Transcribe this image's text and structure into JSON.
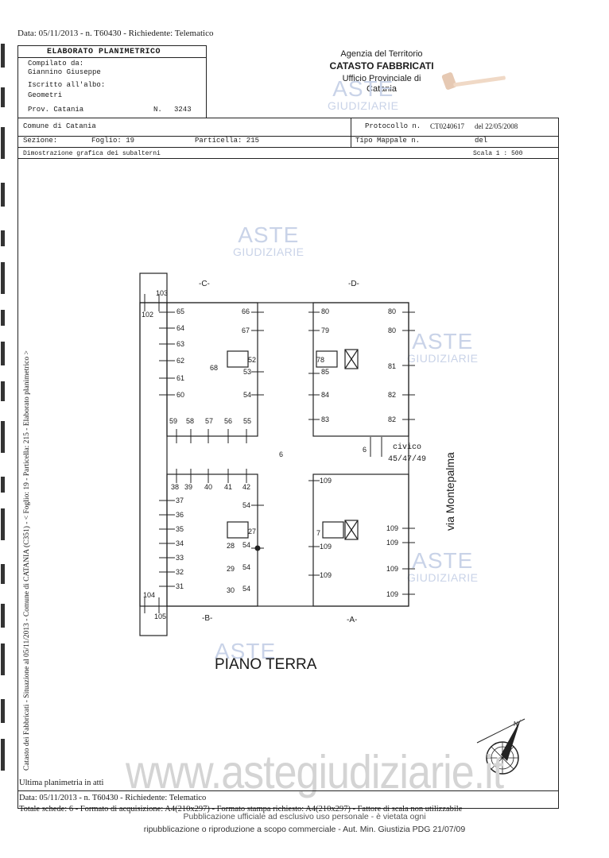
{
  "header_line": "Data: 05/11/2013 - n. T60430 - Richiedente: Telematico",
  "elaborato": {
    "title": "ELABORATO PLANIMETRICO",
    "compilato_label": "Compilato da:",
    "compilato_name": "Giannino Giuseppe",
    "iscritto_label": "Iscritto all'albo:",
    "iscritto_value": "Geometri",
    "prov_label": "Prov. Catania",
    "n_label": "N.",
    "n_value": "3243"
  },
  "agency": {
    "line1": "Agenzia del Territorio",
    "line2": "CATASTO FABBRICATI",
    "line3": "Ufficio Provinciale di",
    "line4": "Catania"
  },
  "info_row": {
    "comune": "Comune di Catania",
    "protocollo_label": "Protocollo n.",
    "protocollo_value": "CT0240617",
    "protocollo_del": "del 22/05/2008",
    "sezione_label": "Sezione:",
    "foglio": "Foglio: 19",
    "particella": "Particella: 215",
    "tipo_mappale": "Tipo Mappale n.",
    "tipo_del": "del",
    "dimostrazione": "Dimostrazione grafica dei subalterni",
    "scala": "Scala 1 : 500"
  },
  "side_text": "Catasto dei Fabbricati - Situazione al 05/11/2013 - Comune di CATANIA (C351) - < Foglio: 19 - Particella: 215 - Elaborato planimetrico >",
  "watermark": {
    "aste": "ASTE",
    "giudiziarie": "GIUDIZIARIE",
    "site": "www.astegiudiziarie.it"
  },
  "plan": {
    "section_c": "-C-",
    "section_d": "-D-",
    "section_b": "-B-",
    "section_a": "-A-",
    "courtyard": "6",
    "courtyard_6b": "6",
    "civico_label": "civico",
    "civico_value": "45/47/49",
    "street": "via Montepalma",
    "floor_title": "PIANO TERRA",
    "c_labels": [
      "65",
      "66",
      "64",
      "67",
      "63",
      "62",
      "52",
      "68",
      "53",
      "61",
      "60",
      "54",
      "59",
      "58",
      "57",
      "56",
      "55"
    ],
    "d_labels": [
      "80",
      "80",
      "79",
      "80",
      "78",
      "85",
      "81",
      "84",
      "82",
      "83",
      "82"
    ],
    "b_labels": [
      "38",
      "39",
      "40",
      "41",
      "42",
      "37",
      "54",
      "36",
      "35",
      "27",
      "34",
      "28",
      "54",
      "33",
      "32",
      "29",
      "54",
      "31",
      "30",
      "54"
    ],
    "a_labels": [
      "109",
      "7",
      "109",
      "109",
      "109",
      "109",
      "109",
      "109"
    ],
    "edge_labels": [
      "103",
      "102",
      "104",
      "105"
    ]
  },
  "footer": {
    "ultima": "Ultima planimetria in atti",
    "data_line": "Data: 05/11/2013 - n. T60430 - Richiedente: Telematico",
    "totale_line": "Totale schede: 6 - Formato di acquisizione: A4(210x297) - Formato stampa richiesto: A4(210x297) - Fattore di scala non utilizzabile",
    "pub1": "Pubblicazione ufficiale ad esclusivo uso personale - è vietata ogni",
    "pub2": "ripubblicazione o riproduzione a scopo commerciale - Aut. Min. Giustizia PDG 21/07/09"
  },
  "icons": {
    "gavel": "gavel-icon",
    "compass": "north-arrow-icon",
    "stair": "staircase-icon"
  }
}
